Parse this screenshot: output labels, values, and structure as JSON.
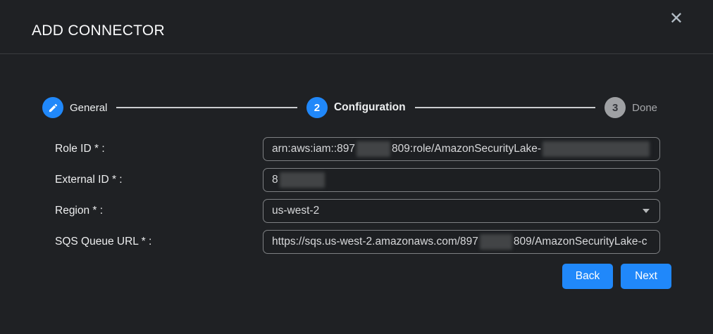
{
  "dialog": {
    "title": "ADD CONNECTOR",
    "close_glyph": "✕"
  },
  "stepper": {
    "steps": [
      {
        "label": "General",
        "icon": "pencil-icon",
        "state": "completed"
      },
      {
        "number": "2",
        "label": "Configuration",
        "state": "active"
      },
      {
        "number": "3",
        "label": "Done",
        "state": "pending"
      }
    ]
  },
  "form": {
    "fields": [
      {
        "label": "Role ID * :",
        "type": "text",
        "redacted": true,
        "segments": [
          "arn:aws:iam::897",
          "809:role/AmazonSecurityLake-"
        ]
      },
      {
        "label": "External ID * :",
        "type": "text",
        "redacted": true,
        "segments": [
          "8"
        ]
      },
      {
        "label": "Region * :",
        "type": "select",
        "value": "us-west-2"
      },
      {
        "label": "SQS Queue URL * :",
        "type": "text",
        "redacted": true,
        "segments": [
          "https://sqs.us-west-2.amazonaws.com/897",
          "809/AmazonSecurityLake-c"
        ]
      }
    ]
  },
  "footer": {
    "back_label": "Back",
    "next_label": "Next"
  },
  "colors": {
    "accent": "#2088fa",
    "background": "#1f2124",
    "step_pending": "#9fa1a4",
    "input_border": "#7e8083"
  }
}
